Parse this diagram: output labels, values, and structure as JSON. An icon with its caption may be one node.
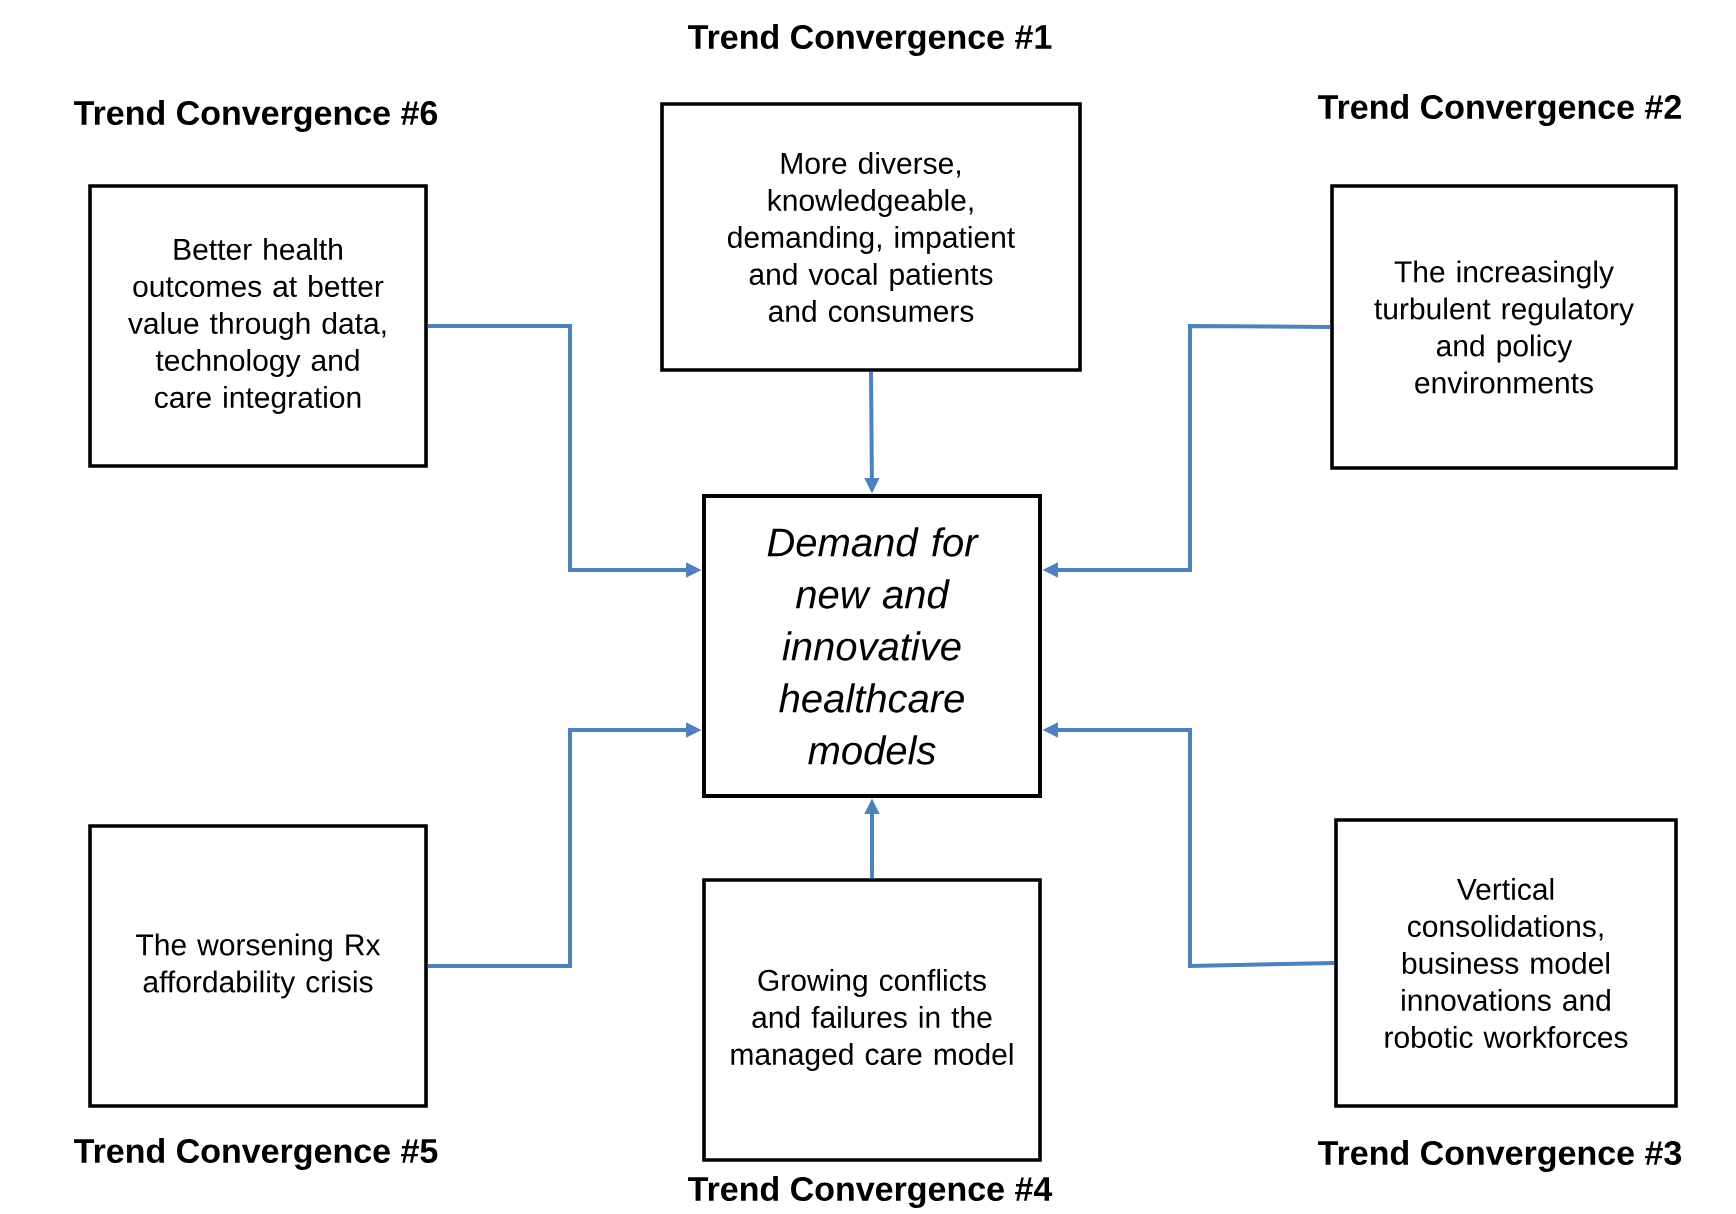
{
  "diagram": {
    "nodes": [
      {
        "text": [
          "Trend Convergence #1",
          "More diverse, knowledgeable, demanding, impatient and vocal patients and consumers"
        ]
      },
      {
        "text": [
          "Trend Convergence #6",
          "Better health outcomes at better value through data, technology and care integration"
        ]
      },
      {
        "text": [
          "Trend Convergence #2",
          "The increasingly turbulent regulatory and policy environments"
        ]
      },
      {
        "text": [
          "Demand for new and innovative healthcare models"
        ]
      },
      {
        "text": [
          "The worsening Rx affordability crisis",
          "Trend Convergence #5"
        ]
      },
      {
        "text": [
          "Vertical consolidations, business model innovations and robotic workforces",
          "Trend Convergence #3"
        ]
      },
      {
        "text": [
          "Growing conflicts and failures in the managed care model",
          "Trend Convergence #4"
        ]
      }
    ],
    "edges": [
      {
        "from": 0,
        "to": 3,
        "arrow": "to"
      },
      {
        "from": 1,
        "to": 3,
        "arrow": "to"
      },
      {
        "from": 2,
        "to": 3,
        "arrow": "to"
      },
      {
        "from": 4,
        "to": 3,
        "arrow": "to"
      },
      {
        "from": 5,
        "to": 3,
        "arrow": "to"
      },
      {
        "from": 6,
        "to": 3,
        "arrow": "to"
      }
    ]
  }
}
